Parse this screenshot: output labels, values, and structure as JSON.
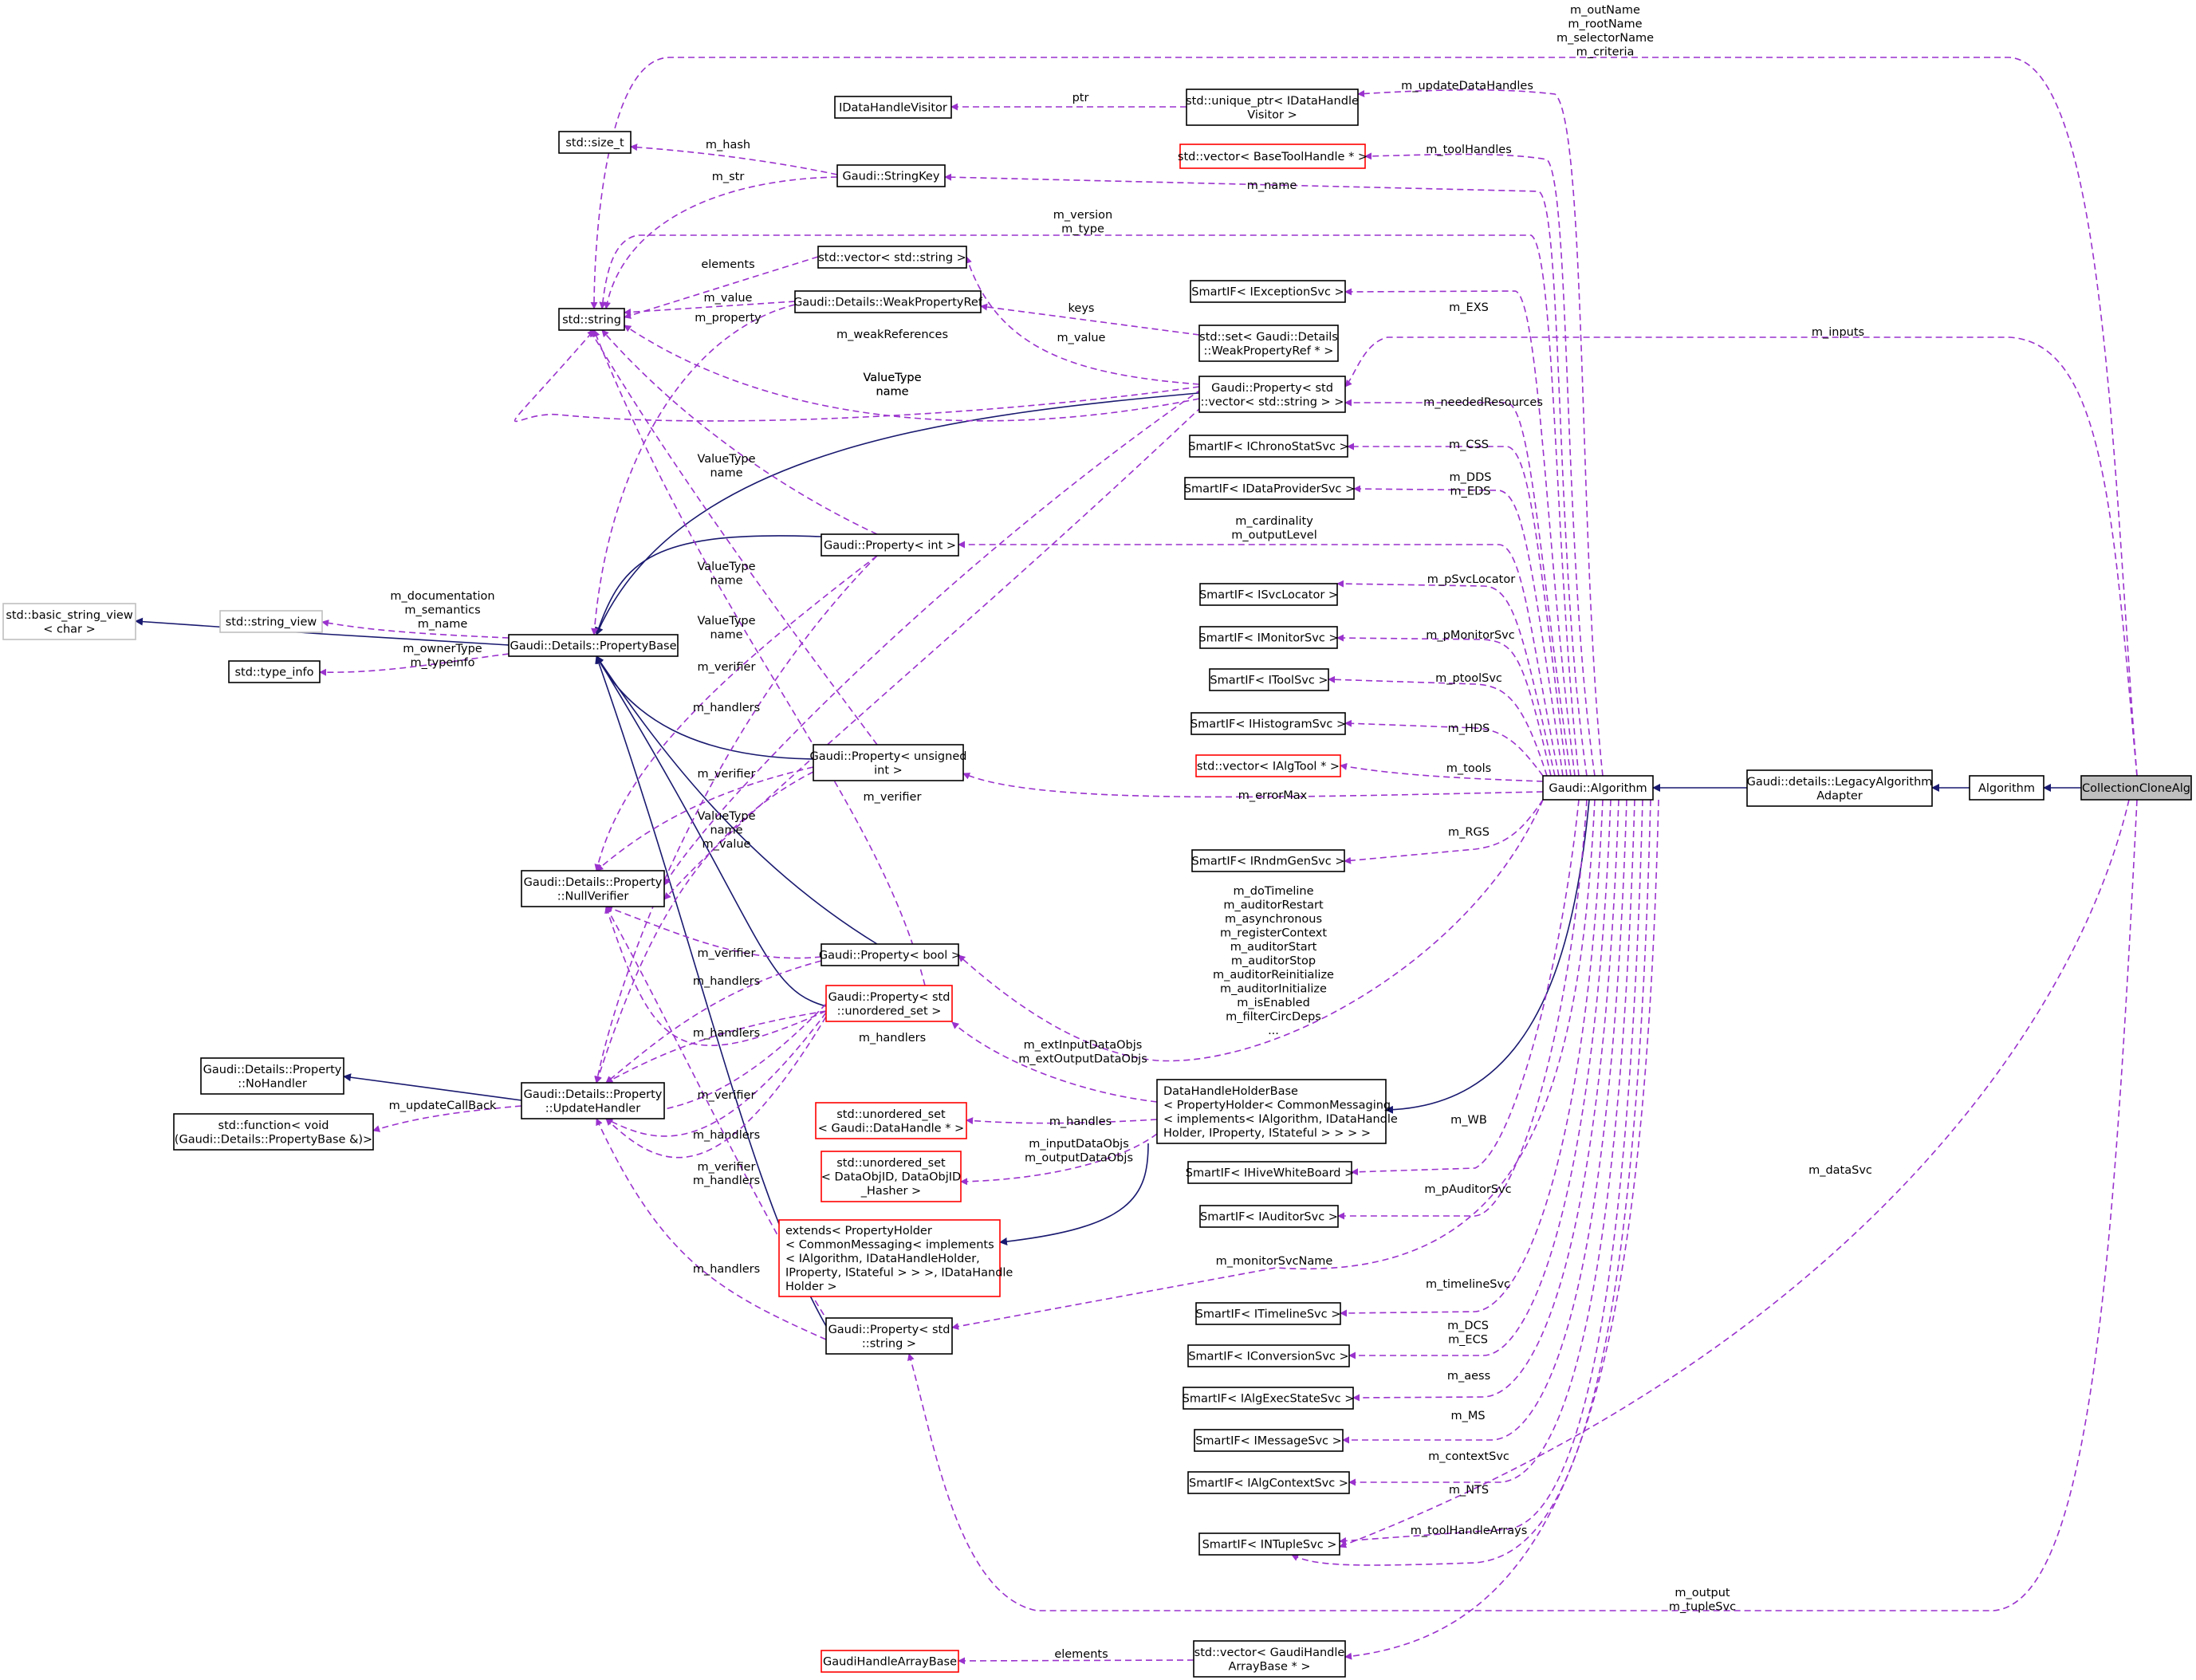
{
  "nodes": {
    "CollectionCloneAlg": "CollectionCloneAlg",
    "Algorithm": "Algorithm",
    "LegacyAlgorithmAdapter": [
      "Gaudi::details::LegacyAlgorithm",
      "Adapter"
    ],
    "GaudiAlgorithm": "Gaudi::Algorithm",
    "DataHandleHolderBase": [
      "DataHandleHolderBase",
      "< PropertyHolder< CommonMessaging",
      "< implements< IAlgorithm, IDataHandle",
      "Holder, IProperty, IStateful > > > >"
    ],
    "extendsPropertyHolder": [
      "extends< PropertyHolder",
      "< CommonMessaging< implements",
      "< IAlgorithm, IDataHandleHolder,",
      " IProperty, IStateful > > >, IDataHandle",
      "Holder >"
    ],
    "uniqueptrVisitor": [
      "std::unique_ptr< IDataHandle",
      "Visitor >"
    ],
    "IDataHandleVisitor": "IDataHandleVisitor",
    "vectorBaseToolHandle": "std::vector< BaseToolHandle * >",
    "StringKey": "Gaudi::StringKey",
    "size_t": "std::size_t",
    "vectorString": "std::vector< std::string >",
    "WeakPropertyRef": "Gaudi::Details::WeakPropertyRef",
    "stdstring": "std::string",
    "setWeakPropertyRef": [
      "std::set< Gaudi::Details",
      "::WeakPropertyRef * >"
    ],
    "SmartIFExceptionSvc": "SmartIF< IExceptionSvc >",
    "PropertyVectorString": [
      "Gaudi::Property< std",
      "::vector< std::string > >"
    ],
    "SmartIFChronoStatSvc": "SmartIF< IChronoStatSvc >",
    "SmartIFDataProviderSvc": "SmartIF< IDataProviderSvc >",
    "PropertyInt": "Gaudi::Property< int >",
    "basic_string_view": [
      "std::basic_string_view",
      "< char >"
    ],
    "string_view": "std::string_view",
    "PropertyBase": "Gaudi::Details::PropertyBase",
    "type_info": "std::type_info",
    "SmartIFSvcLocator": "SmartIF< ISvcLocator >",
    "SmartIFMonitorSvc": "SmartIF< IMonitorSvc >",
    "SmartIFToolSvc": "SmartIF< IToolSvc >",
    "SmartIFHistogramSvc": "SmartIF< IHistogramSvc >",
    "vectorIAlgTool": "std::vector< IAlgTool * >",
    "PropertyUnsignedInt": [
      "Gaudi::Property< unsigned",
      "int >"
    ],
    "NullVerifier": [
      "Gaudi::Details::Property",
      "::NullVerifier"
    ],
    "SmartIFRndmGenSvc": "SmartIF< IRndmGenSvc >",
    "PropertyBool": "Gaudi::Property< bool >",
    "PropertyUnorderedSet": [
      "Gaudi::Property< std",
      "::unordered_set >"
    ],
    "NoHandler": [
      "Gaudi::Details::Property",
      "::NoHandler"
    ],
    "UpdateHandler": [
      "Gaudi::Details::Property",
      "::UpdateHandler"
    ],
    "stdfunction": [
      "std::function< void",
      "(Gaudi::Details::PropertyBase &)>"
    ],
    "unorderedSetDataHandle": [
      "std::unordered_set",
      "< Gaudi::DataHandle * >"
    ],
    "unorderedSetDataObjID": [
      "std::unordered_set",
      "< DataObjID, DataObjID",
      "_Hasher >"
    ],
    "SmartIFHiveWhiteBoard": "SmartIF< IHiveWhiteBoard >",
    "SmartIFAuditorSvc": "SmartIF< IAuditorSvc >",
    "PropertyString": [
      "Gaudi::Property< std",
      "::string >"
    ],
    "SmartIFTimelineSvc": "SmartIF< ITimelineSvc >",
    "SmartIFConversionSvc": "SmartIF< IConversionSvc >",
    "SmartIFAlgExecStateSvc": "SmartIF< IAlgExecStateSvc >",
    "SmartIFMessageSvc": "SmartIF< IMessageSvc >",
    "SmartIFAlgContextSvc": "SmartIF< IAlgContextSvc >",
    "SmartIFNTupleSvc": "SmartIF< INTupleSvc >",
    "GaudiHandleArrayBase": "GaudiHandleArrayBase",
    "vectorGaudiHandleArrayBase": [
      "std::vector< GaudiHandle",
      "ArrayBase * >"
    ]
  },
  "edge_labels": {
    "topName": [
      "m_outName",
      "m_rootName",
      "m_selectorName",
      "m_criteria"
    ],
    "updateDataHandles": "m_updateDataHandles",
    "ptr": "ptr",
    "hash": "m_hash",
    "toolHandles": "m_toolHandles",
    "str": "m_str",
    "name": "m_name",
    "versionType": [
      "m_version",
      "m_type"
    ],
    "elements": "elements",
    "value1": "m_value",
    "property": "m_property",
    "keys": "keys",
    "exs": "m_EXS",
    "inputs": "m_inputs",
    "value2": "m_value",
    "weakReferences": "m_weakReferences",
    "valueTypeName1": [
      "ValueType",
      "name"
    ],
    "valueTypeName2": [
      "ValueType",
      "name"
    ],
    "neededResources": "m_neededResources",
    "valueTypeName3": [
      "ValueType",
      "name"
    ],
    "css": "m_CSS",
    "ddsEds": [
      "m_DDS",
      "m_EDS"
    ],
    "cardinality": [
      "m_cardinality",
      "m_outputLevel"
    ],
    "valueTypeName4": [
      "ValueType",
      "name"
    ],
    "pSvcLocator": "m_pSvcLocator",
    "documentation": [
      "m_documentation",
      "m_semantics",
      "m_name"
    ],
    "valueTypeName5": [
      "ValueType",
      "name"
    ],
    "pMonitorSvc": "m_pMonitorSvc",
    "ownerType": [
      "m_ownerType",
      "m_typeinfo"
    ],
    "verifier1": "m_verifier",
    "ptoolSvc": "m_ptoolSvc",
    "handlers1": "m_handlers",
    "hds": "m_HDS",
    "verifier2": "m_verifier",
    "tools": "m_tools",
    "verifier3": "m_verifier",
    "errorMax": "m_errorMax",
    "valueTypeNameValue": [
      "ValueType",
      "name",
      "m_value"
    ],
    "rgs": "m_RGS",
    "boolProps": [
      "m_doTimeline",
      "m_auditorRestart",
      "m_asynchronous",
      "m_registerContext",
      "m_auditorStart",
      "m_auditorStop",
      "m_auditorReinitialize",
      "m_auditorInitialize",
      "m_isEnabled",
      "m_filterCircDeps",
      "..."
    ],
    "verifier4": "m_verifier",
    "handlers2": "m_handlers",
    "handlers3": "m_handlers",
    "handlers4": "m_handlers",
    "extDataObjs": [
      "m_extInputDataObjs",
      "m_extOutputDataObjs"
    ],
    "updateCallBack": "m_updateCallBack",
    "verifier5": "m_verifier",
    "handlers5": "m_handlers",
    "handles": "m_handles",
    "wb": "m_WB",
    "handlers6": "m_handlers",
    "verifier6": "m_verifier",
    "inOutDataObjs": [
      "m_inputDataObjs",
      "m_outputDataObjs"
    ],
    "dataSvc": "m_dataSvc",
    "pAuditorSvc": "m_pAuditorSvc",
    "handlers7": "m_handlers",
    "monitorSvcName": "m_monitorSvcName",
    "timelineSvc": "m_timelineSvc",
    "dcsEcs": [
      "m_DCS",
      "m_ECS"
    ],
    "aess": "m_aess",
    "ms": "m_MS",
    "contextSvc": "m_contextSvc",
    "nts": "m_NTS",
    "toolHandleArrays": "m_toolHandleArrays",
    "outputTupleSvc": [
      "m_output",
      "m_tupleSvc"
    ],
    "elements2": "elements"
  },
  "colors": {
    "inheritance": "#191970",
    "usage": "#9a32cd",
    "highlight_fill": "#bfbfbf",
    "red_border": "#ff0000",
    "gray_border": "#bfbfbf"
  }
}
